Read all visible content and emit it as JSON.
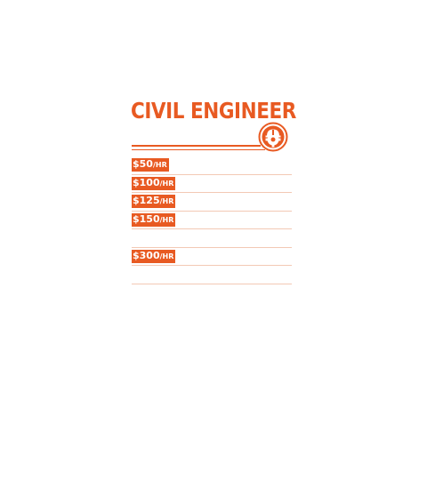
{
  "poster": {
    "title": "CIVIL ENGINEER",
    "accent_color": "#e85a22",
    "badge_icon": "hard-hat-gear-icon",
    "rows": [
      {
        "amount": "$50",
        "unit": "/HR"
      },
      {
        "amount": "$100",
        "unit": "/HR"
      },
      {
        "amount": "$125",
        "unit": "/HR"
      },
      {
        "amount": "$150",
        "unit": "/HR"
      },
      {
        "amount": "",
        "unit": ""
      },
      {
        "amount": "$300",
        "unit": "/HR"
      },
      {
        "amount": "",
        "unit": ""
      }
    ]
  }
}
